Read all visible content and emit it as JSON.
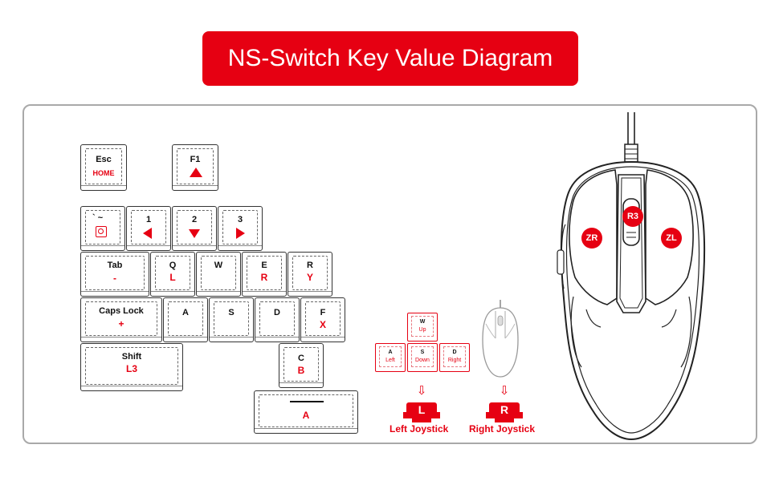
{
  "title": "NS-Switch Key Value Diagram",
  "keys": {
    "esc": {
      "main": "Esc",
      "sub": "HOME"
    },
    "f1": {
      "main": "F1"
    },
    "tilde": {
      "main": "` ~"
    },
    "k1": {
      "main": "1"
    },
    "k2": {
      "main": "2"
    },
    "k3": {
      "main": "3"
    },
    "tab": {
      "main": "Tab",
      "sub": "-"
    },
    "q": {
      "main": "Q",
      "sub": "L"
    },
    "w": {
      "main": "W"
    },
    "e": {
      "main": "E",
      "sub": "R"
    },
    "r": {
      "main": "R",
      "sub": "Y"
    },
    "caps": {
      "main": "Caps Lock",
      "sub": "+"
    },
    "a": {
      "main": "A"
    },
    "s": {
      "main": "S"
    },
    "d": {
      "main": "D"
    },
    "f": {
      "main": "F",
      "sub": "X"
    },
    "shift": {
      "main": "Shift",
      "sub": "L3"
    },
    "c": {
      "main": "C",
      "sub": "B"
    },
    "space": {
      "sub": "A"
    }
  },
  "wasd": {
    "w": {
      "main": "W",
      "sub": "Up"
    },
    "a": {
      "main": "A",
      "sub": "Left"
    },
    "s": {
      "main": "S",
      "sub": "Down"
    },
    "d": {
      "main": "D",
      "sub": "Right"
    }
  },
  "joysticks": {
    "left": {
      "letter": "L",
      "label": "Left Joystick"
    },
    "right": {
      "letter": "R",
      "label": "Right Joystick"
    }
  },
  "mouse": {
    "zr": "ZR",
    "zl": "ZL",
    "r3": "R3"
  },
  "colors": {
    "accent": "#e60012",
    "border": "#a9a9a9",
    "outline": "#333333"
  }
}
